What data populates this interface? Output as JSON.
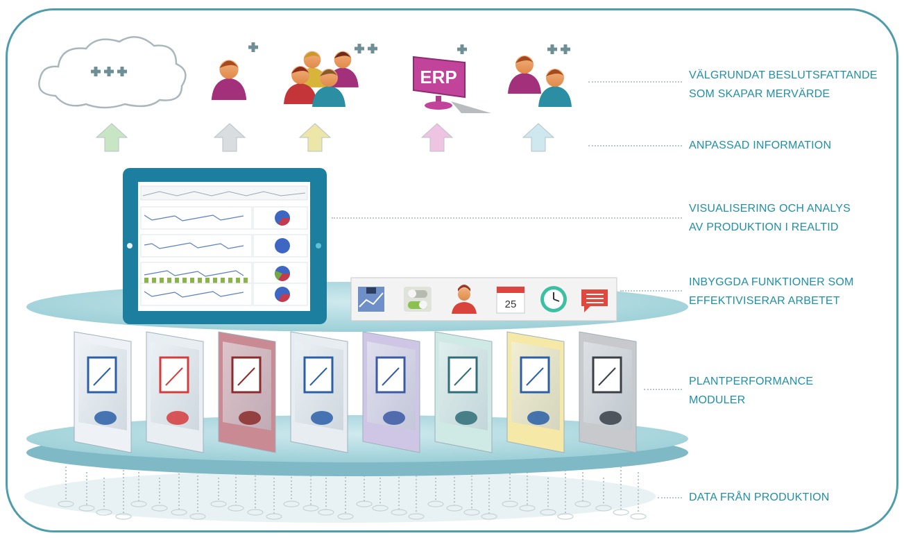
{
  "labels": {
    "decisions": [
      "VÄLGRUNDAT BESLUTSFATTANDE",
      "SOM  SKAPAR MERVÄRDE"
    ],
    "information": "ANPASSAD INFORMATION",
    "visualisation": [
      "VISUALISERING OCH ANALYS",
      "AV PRODUKTION I REALTID"
    ],
    "functions": [
      "INBYGGDA FUNKTIONER SOM",
      "EFFEKTIVISERAR ARBETET"
    ],
    "modules": [
      "PLANTPERFORMANCE",
      "MODULER"
    ],
    "data": "DATA FRÅN PRODUKTION"
  },
  "top_row": {
    "cloud_badge": "+++",
    "person_badge": "+",
    "team_badge": "++",
    "erp_text": "ERP",
    "erp_badge": "+",
    "pair_badge": "++"
  },
  "toolbar": {
    "calendar_day": "25",
    "icons": [
      "chart-icon",
      "toggle-switch-icon",
      "user-icon",
      "calendar-icon",
      "clock-icon",
      "chat-icon"
    ]
  },
  "modules": [
    "dashboard-chart-module",
    "status-grid-module",
    "factory-control-module",
    "mobile-report-module",
    "production-line-module",
    "quality-gauge-module",
    "maintenance-plan-module",
    "repair-tools-module"
  ],
  "colors": {
    "frame": "#4f9cab",
    "label_text": "#1f8fa5",
    "platform": "#a9d6dd",
    "tablet_frame": "#1d7fa0",
    "badge_plus": "#6f8f96"
  }
}
